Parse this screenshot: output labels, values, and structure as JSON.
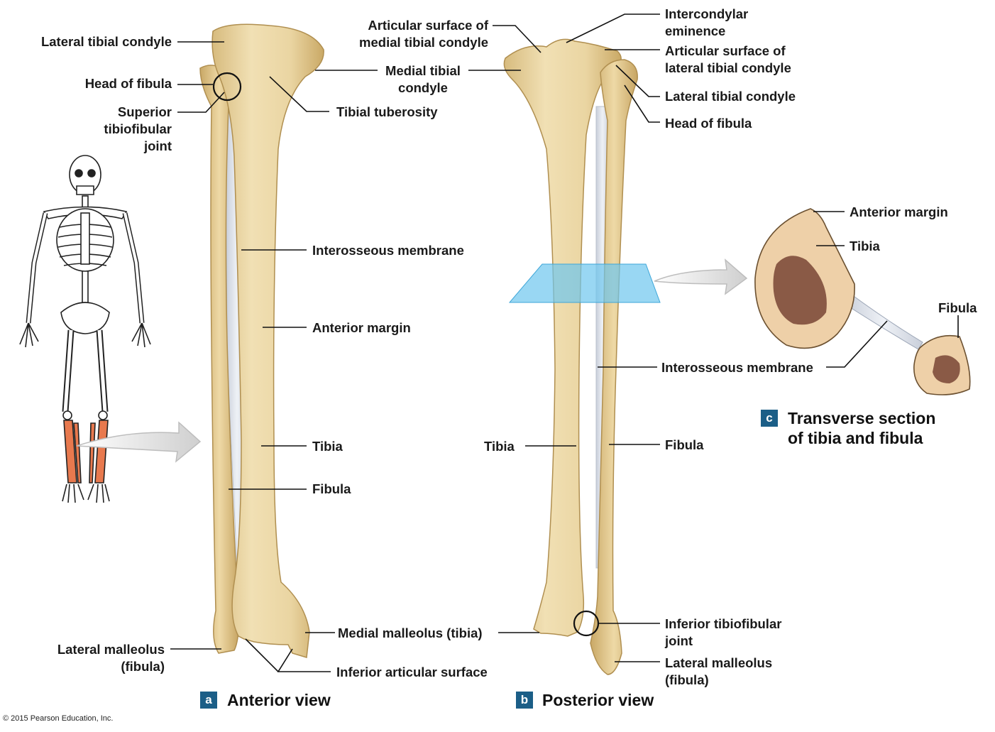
{
  "panels": {
    "a": {
      "letter": "a",
      "caption": "Anterior view"
    },
    "b": {
      "letter": "b",
      "caption": "Posterior view"
    },
    "c": {
      "letter": "c",
      "caption_line1": "Transverse section",
      "caption_line2": "of tibia and fibula"
    }
  },
  "labels_a": {
    "lateral_tibial_condyle": "Lateral tibial condyle",
    "head_of_fibula": "Head of fibula",
    "superior_tibiofibular_joint_1": "Superior",
    "superior_tibiofibular_joint_2": "tibiofibular",
    "superior_tibiofibular_joint_3": "joint",
    "tibial_tuberosity": "Tibial tuberosity",
    "interosseous_membrane": "Interosseous membrane",
    "anterior_margin": "Anterior margin",
    "tibia": "Tibia",
    "fibula": "Fibula",
    "lateral_malleolus_1": "Lateral malleolus",
    "lateral_malleolus_2": "(fibula)",
    "inferior_articular_surface": "Inferior articular surface",
    "medial_malleolus": "Medial malleolus (tibia)"
  },
  "labels_center": {
    "articular_medial_1": "Articular surface of",
    "articular_medial_2": "medial tibial condyle",
    "medial_tibial_condyle_1": "Medial tibial",
    "medial_tibial_condyle_2": "condyle"
  },
  "labels_b": {
    "intercondylar_1": "Intercondylar",
    "intercondylar_2": "eminence",
    "articular_lateral_1": "Articular surface of",
    "articular_lateral_2": "lateral tibial condyle",
    "lateral_tibial_condyle": "Lateral tibial condyle",
    "head_of_fibula": "Head of fibula",
    "interosseous_membrane": "Interosseous membrane",
    "tibia": "Tibia",
    "fibula": "Fibula",
    "inferior_tibiofibular_1": "Inferior tibiofibular",
    "inferior_tibiofibular_2": "joint",
    "lateral_malleolus_1": "Lateral malleolus",
    "lateral_malleolus_2": "(fibula)"
  },
  "labels_c": {
    "anterior_margin": "Anterior margin",
    "tibia": "Tibia",
    "fibula": "Fibula"
  },
  "copyright": "© 2015 Pearson Education, Inc.",
  "colors": {
    "bone": "#ecd8a8",
    "bone_shade": "#d9be82",
    "bone_outline": "#b89a5c",
    "membrane": "#dfe4ec",
    "highlight_leg": "#e8794e",
    "plane": "#6ec6ee",
    "section": "#eed0a8",
    "marrow": "#8a5a46",
    "badge": "#1b5e87"
  }
}
